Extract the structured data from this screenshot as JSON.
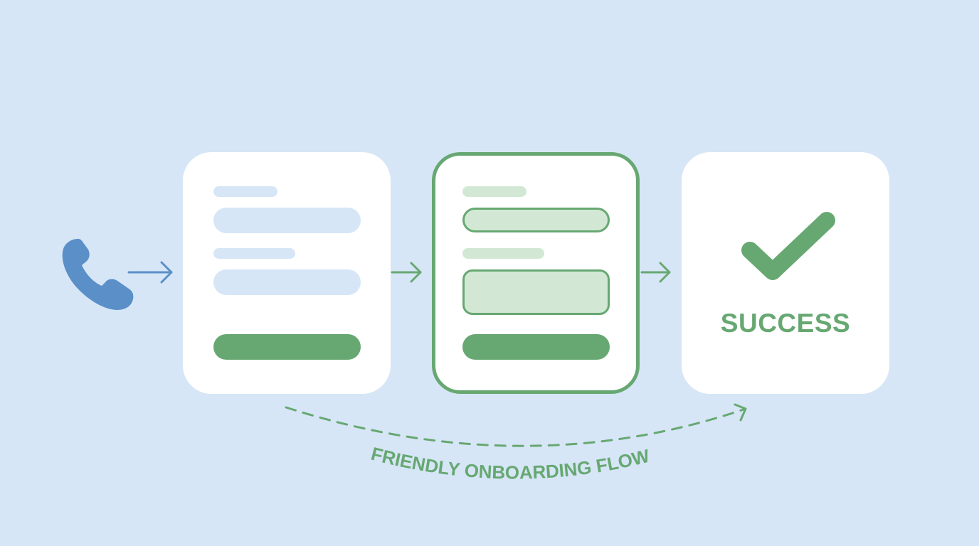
{
  "colors": {
    "background": "#d6e6f6",
    "card": "#ffffff",
    "accent_green": "#67a872",
    "light_green": "#d2e8d4",
    "light_blue": "#d6e6f6",
    "phone_blue": "#5b8fc8"
  },
  "icons": {
    "start": "phone-icon",
    "done": "checkmark-icon"
  },
  "steps": [
    {
      "state": "empty-form"
    },
    {
      "state": "filled-form"
    },
    {
      "state": "success"
    }
  ],
  "success_label": "SUCCESS",
  "flow_label": "FRIENDLY ONBOARDING FLOW"
}
